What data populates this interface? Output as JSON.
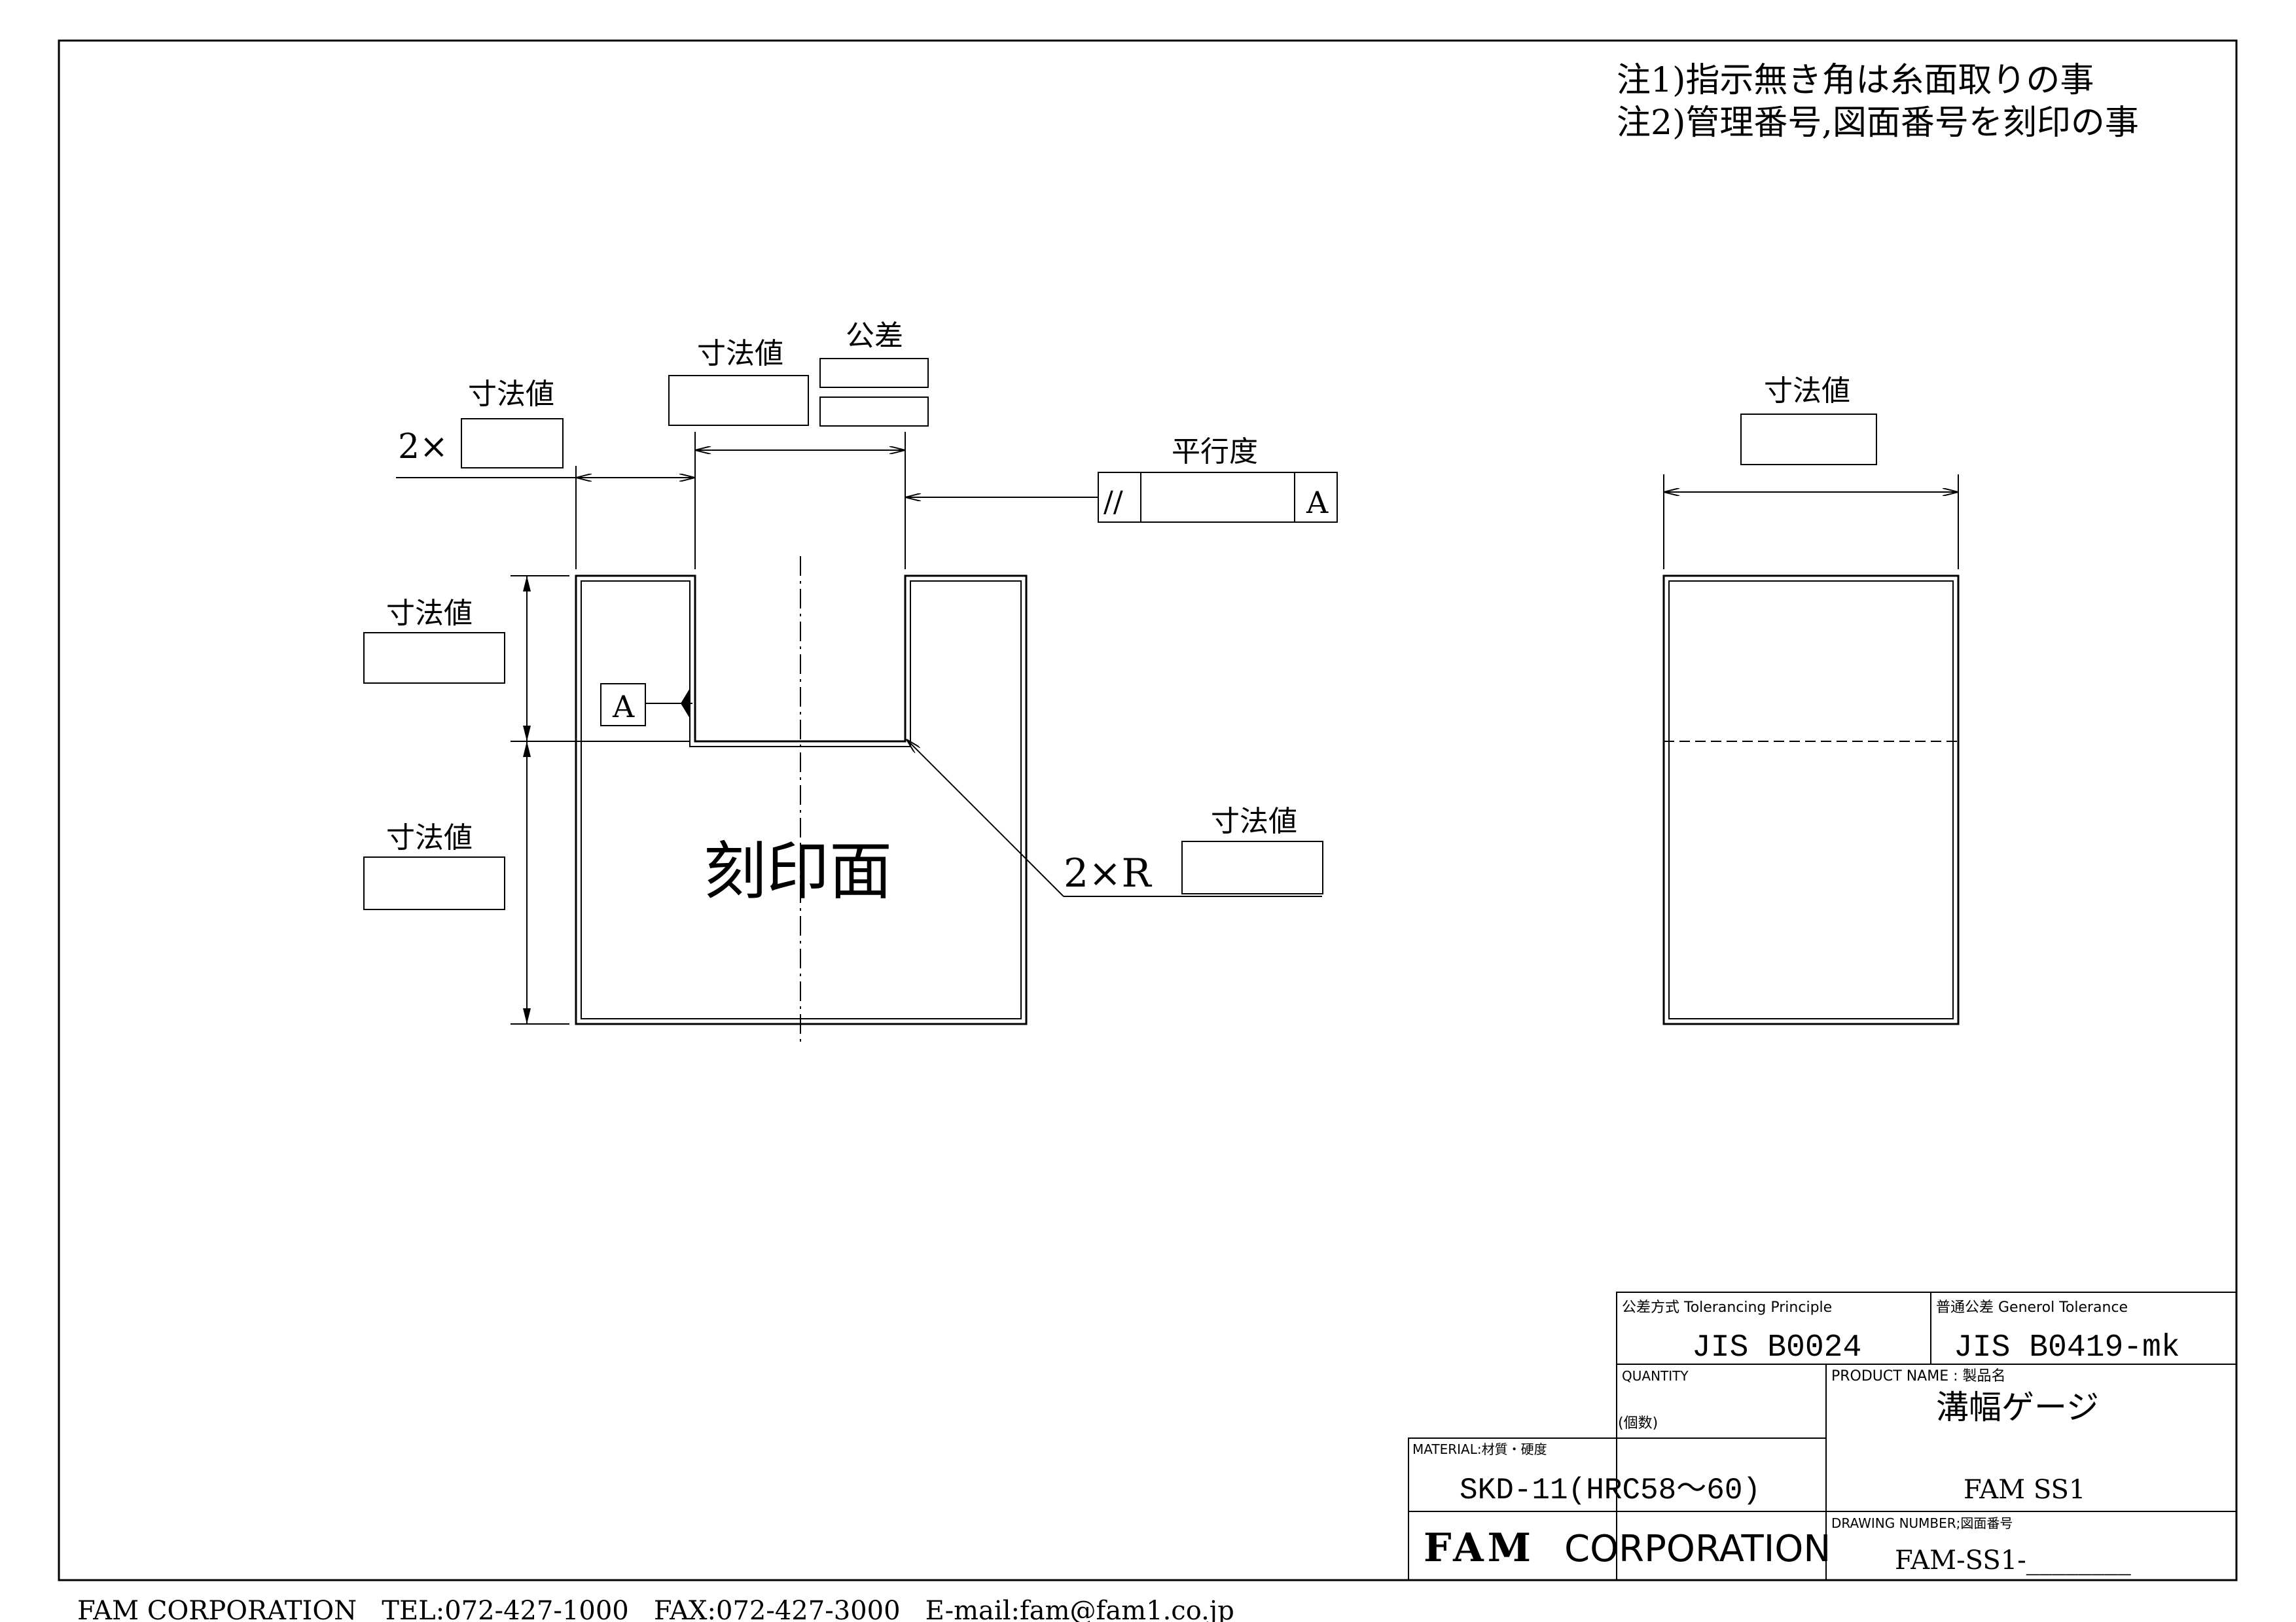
{
  "notes": {
    "note1": "注1)指示無き角は糸面取りの事",
    "note2": "注2)管理番号,図面番号を刻印の事"
  },
  "front_view": {
    "dim_label": "寸法値",
    "tolerance_label": "公差",
    "times2_prefix": "2×",
    "parallelism_label": "平行度",
    "parallel_symbol": "//",
    "datum_ref": "A",
    "datum_tag": "A",
    "stamp_face": "刻印面",
    "radius_prefix": "2×R"
  },
  "side_view": {
    "dim_label": "寸法値"
  },
  "title_block": {
    "tolerancing_principle_label": "公差方式  Tolerancing Principle",
    "tolerancing_principle_value": "JIS B0024",
    "general_tolerance_label": "普通公差  Generol Tolerance",
    "general_tolerance_value": "JIS B0419-mk",
    "quantity_label": "QUANTITY",
    "quantity_unit": "(個数)",
    "product_name_label": "PRODUCT NAME : 製品名",
    "product_name": "溝幅ゲージ",
    "product_code": "FAM SS1",
    "material_label": "MATERIAL:材質・硬度",
    "material_value": "SKD-11(HRC58～60)",
    "company_bold": "FAM",
    "company_rest": "CORPORATION",
    "drawing_number_label": "DRAWING NUMBER;図面番号",
    "drawing_number": "FAM-SS1-________"
  },
  "footer": {
    "text": "FAM CORPORATION   TEL:072-427-1000   FAX:072-427-3000   E-mail:fam@fam1.co.jp"
  }
}
